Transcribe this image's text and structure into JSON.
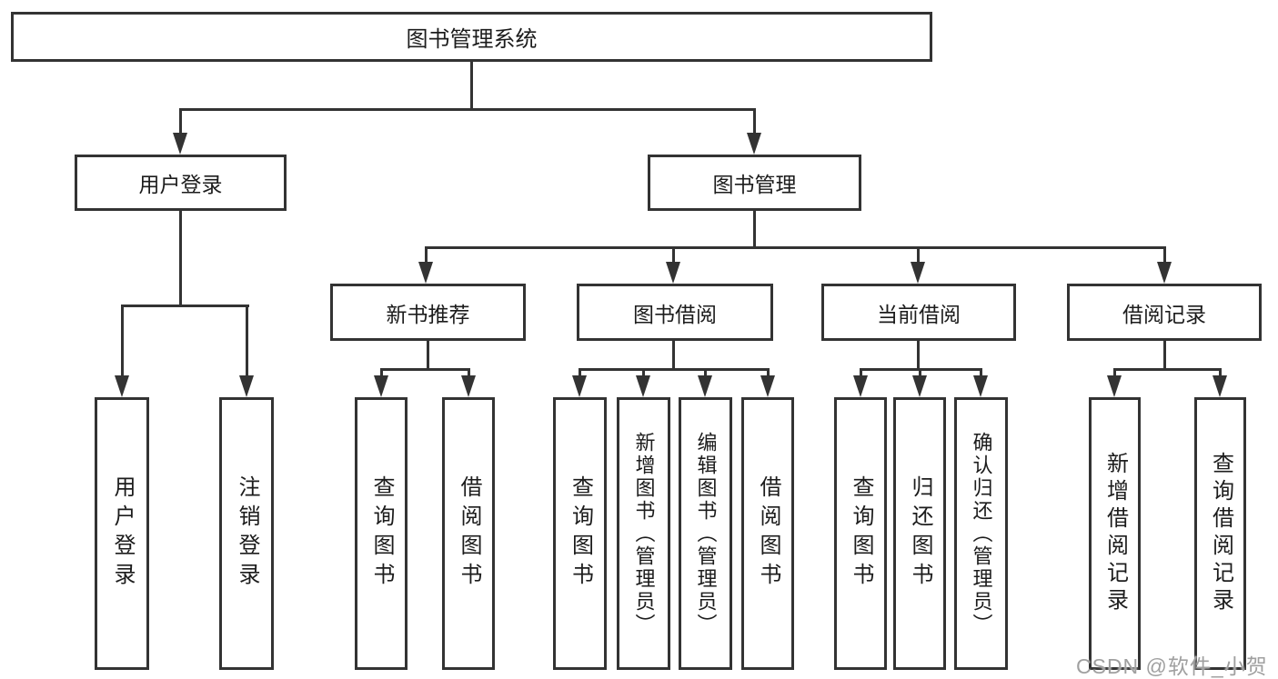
{
  "tree": {
    "root": {
      "label": "图书管理系统",
      "children": [
        {
          "label": "用户登录",
          "children": [
            {
              "label": "用户登录"
            },
            {
              "label": "注销登录"
            }
          ]
        },
        {
          "label": "图书管理",
          "children": [
            {
              "label": "新书推荐",
              "children": [
                {
                  "label": "查询图书"
                },
                {
                  "label": "借阅图书"
                }
              ]
            },
            {
              "label": "图书借阅",
              "children": [
                {
                  "label": "查询图书"
                },
                {
                  "label": "新增图书（管理员）"
                },
                {
                  "label": "编辑图书（管理员）"
                },
                {
                  "label": "借阅图书"
                }
              ]
            },
            {
              "label": "当前借阅",
              "children": [
                {
                  "label": "查询图书"
                },
                {
                  "label": "归还图书"
                },
                {
                  "label": "确认归还（管理员）"
                }
              ]
            },
            {
              "label": "借阅记录",
              "children": [
                {
                  "label": "新增借阅记录"
                },
                {
                  "label": "查询借阅记录"
                }
              ]
            }
          ]
        }
      ]
    }
  },
  "watermark": {
    "text": "CSDN @软件_小贺同学"
  },
  "colors": {
    "line": "#333333",
    "box_background": "#ffffff",
    "text": "#1c1c1c",
    "watermark": "#a0a0a0"
  }
}
